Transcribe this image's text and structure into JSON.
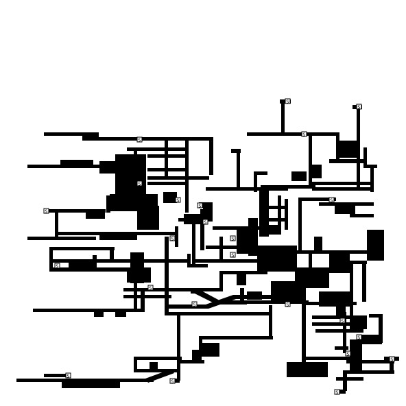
{
  "map": {
    "background": "#ffffff",
    "ink": "#000000",
    "tile_legend": {
      "S": "spawn/stop marker glyph",
      "x": "crossing / hatched tile",
      "o": "hollow square tile"
    },
    "markers": [
      {
        "kind": "S",
        "col": 52,
        "row": 18
      },
      {
        "kind": "S",
        "col": 65,
        "row": 19
      },
      {
        "kind": "S",
        "col": 25,
        "row": 25
      },
      {
        "kind": "S",
        "col": 55,
        "row": 24
      },
      {
        "kind": "S",
        "col": 25,
        "row": 33
      },
      {
        "kind": "S",
        "col": 32,
        "row": 36
      },
      {
        "kind": "S",
        "col": 36,
        "row": 37
      },
      {
        "kind": "S",
        "col": 60,
        "row": 36
      },
      {
        "kind": "S",
        "col": 8,
        "row": 38
      },
      {
        "kind": "S",
        "col": 37,
        "row": 40
      },
      {
        "kind": "S",
        "col": 31,
        "row": 43
      },
      {
        "kind": "S",
        "col": 42,
        "row": 43
      },
      {
        "kind": "S",
        "col": 42,
        "row": 46
      },
      {
        "kind": "S",
        "col": 10,
        "row": 48
      },
      {
        "kind": "S",
        "col": 27,
        "row": 52
      },
      {
        "kind": "S",
        "col": 35,
        "row": 55
      },
      {
        "kind": "S",
        "col": 52,
        "row": 55
      },
      {
        "kind": "S",
        "col": 62,
        "row": 58
      },
      {
        "kind": "S",
        "col": 65,
        "row": 61
      },
      {
        "kind": "S",
        "col": 63,
        "row": 64
      },
      {
        "kind": "S",
        "col": 71,
        "row": 65
      },
      {
        "kind": "S",
        "col": 31,
        "row": 69
      },
      {
        "kind": "S",
        "col": 12,
        "row": 68
      },
      {
        "kind": "S",
        "col": 61,
        "row": 71
      }
    ]
  }
}
